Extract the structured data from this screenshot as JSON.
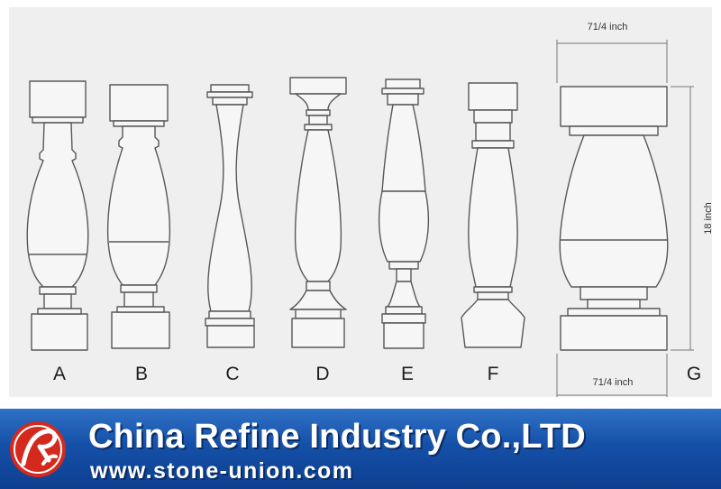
{
  "labels": {
    "a": "A",
    "b": "B",
    "c": "C",
    "d": "D",
    "e": "E",
    "f": "F",
    "g": "G"
  },
  "dimensions": {
    "top_width": "71/4 inch",
    "bottom_width": "71/4 inch",
    "height": "18 inch"
  },
  "banner": {
    "company": "China Refine Industry Co.,LTD",
    "website": "www.stone-union.com"
  },
  "colors": {
    "banner": "#1550a8",
    "logo_red": "#d42a1e",
    "panel": "#efeff0"
  }
}
